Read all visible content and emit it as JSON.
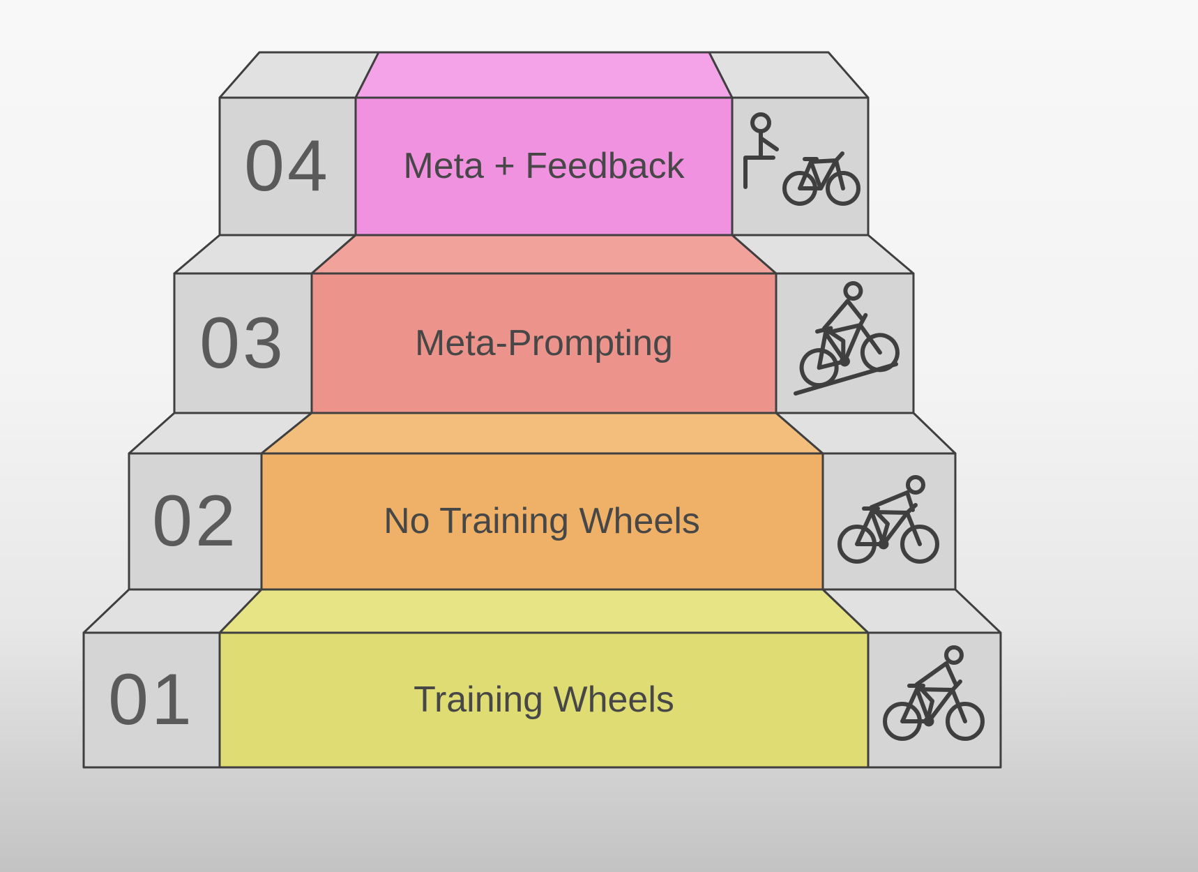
{
  "diagram": {
    "type": "stepped-staircase",
    "levels": [
      {
        "number": "01",
        "label": "Training Wheels",
        "color": "#dfdc74",
        "top_color": "#e7e485",
        "icon": "cyclist-riding-icon"
      },
      {
        "number": "02",
        "label": "No Training Wheels",
        "color": "#efb168",
        "top_color": "#f3bd7c",
        "icon": "cyclist-racing-icon"
      },
      {
        "number": "03",
        "label": "Meta-Prompting",
        "color": "#ec938b",
        "top_color": "#f1a29a",
        "icon": "cyclist-climbing-icon"
      },
      {
        "number": "04",
        "label": "Meta + Feedback",
        "color": "#f192e1",
        "top_color": "#f5a3e8",
        "icon": "person-with-bicycle-icon"
      }
    ],
    "colors": {
      "block_gray_front": "#d5d5d5",
      "block_gray_top": "#e1e1e1",
      "outline": "#3f3f3f",
      "number_text": "#5a5a5a",
      "label_text": "#474747",
      "background_top": "#f8f8f8",
      "background_bottom": "#c3c3c3"
    }
  }
}
